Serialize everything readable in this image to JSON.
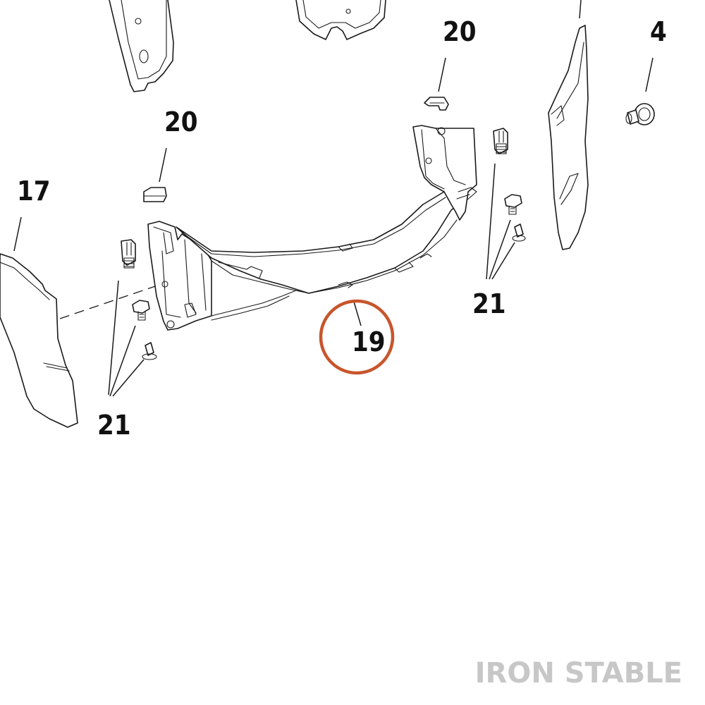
{
  "diagram": {
    "callouts": [
      {
        "id": "c17",
        "label": "17"
      },
      {
        "id": "c20a",
        "label": "20"
      },
      {
        "id": "c20b",
        "label": "20"
      },
      {
        "id": "c4",
        "label": "4"
      },
      {
        "id": "c19",
        "label": "19"
      },
      {
        "id": "c21a",
        "label": "21"
      },
      {
        "id": "c21b",
        "label": "21"
      }
    ],
    "highlight_color": "#c8552b",
    "watermark": "IRON STABLE"
  }
}
